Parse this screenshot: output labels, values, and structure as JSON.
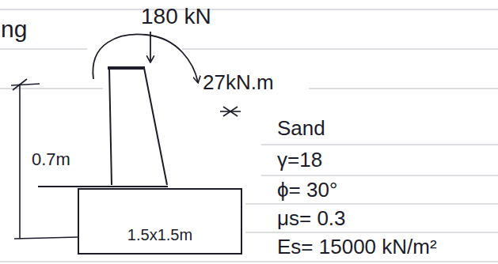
{
  "diagram": {
    "nodes": [
      {
        "text": [
          "1.5x1.5m"
        ]
      }
    ],
    "labels": [
      "ng",
      "180 kN",
      "27kN.m",
      "0.7m",
      "Sand",
      "γ=18",
      "ϕ= 30°",
      "μs= 0.3",
      "Es= 15000 kN/m²"
    ]
  }
}
